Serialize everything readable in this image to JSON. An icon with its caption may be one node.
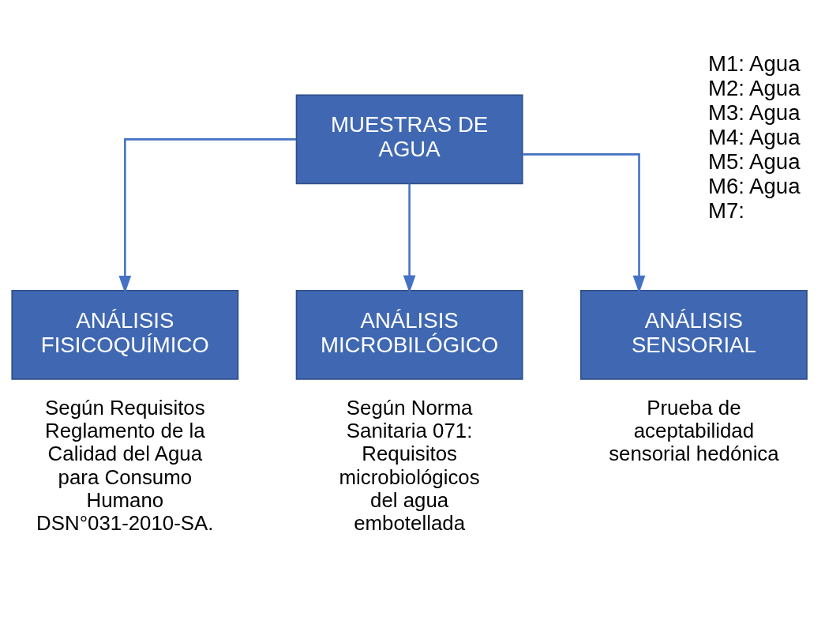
{
  "diagram": {
    "nodes": [
      {
        "text": [
          "MUESTRAS DE AGUA"
        ]
      },
      {
        "text": [
          "ANÁLISIS FISICOQUÍMICO"
        ],
        "beside": [
          "Según Requisitos Reglamento de la Calidad del Agua para Consumo Humano DSN°031-2010-SA."
        ]
      },
      {
        "text": [
          "ANÁLISIS MICROBILÓGICO"
        ],
        "beside": [
          "Según Norma Sanitaria 071: Requisitos microbiológicos del agua embotellada"
        ]
      },
      {
        "text": [
          "ANÁLISIS SENSORIAL"
        ],
        "beside": [
          "Prueba de aceptabilidad sensorial hedónica"
        ]
      }
    ],
    "edges": [
      {
        "from": 0,
        "to": 1,
        "arrow": "to"
      },
      {
        "from": 0,
        "to": 2,
        "arrow": "to"
      },
      {
        "from": 0,
        "to": 3,
        "arrow": "to"
      }
    ],
    "labels": [
      "M1: Agua",
      "M2: Agua",
      "M3: Agua",
      "M4: Agua",
      "M5: Agua",
      "M6: Agua",
      "M7:"
    ]
  }
}
